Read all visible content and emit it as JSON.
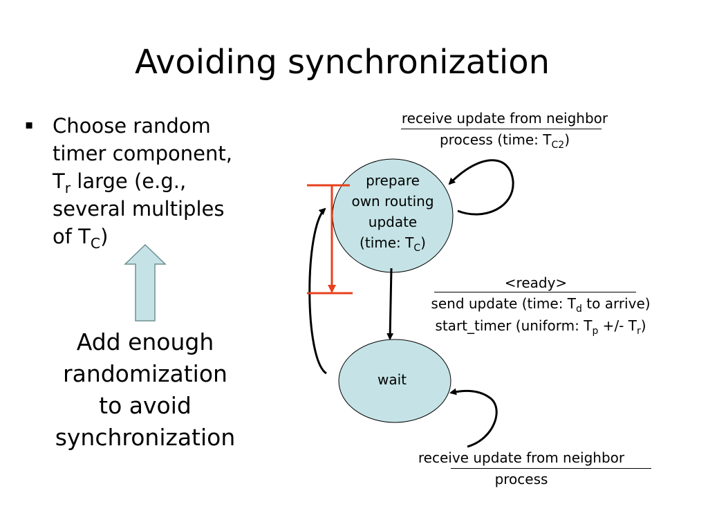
{
  "slide": {
    "title": "Avoiding synchronization",
    "bullet": {
      "line1": "Choose random",
      "line2": "timer component,",
      "line3_pre": "T",
      "line3_sub": "r",
      "line3_post": " large (e.g.,",
      "line4": "several multiples",
      "line5_pre": "of T",
      "line5_sub": "C",
      "line5_post": ")"
    },
    "callout": {
      "line1": "Add enough",
      "line2": "randomization",
      "line3": "to avoid",
      "line4": "synchronization"
    }
  },
  "diagram": {
    "node_colors": {
      "fill": "#c5e3e6",
      "stroke": "#000000"
    },
    "accent_color": "#e8401c",
    "prepare_node": {
      "line1": "prepare",
      "line2": "own routing",
      "line3": "update",
      "line4_pre": "(time: T",
      "line4_sub": "C",
      "line4_post": ")"
    },
    "wait_node": {
      "label": "wait"
    },
    "top_self_loop": {
      "event": "receive update from neighbor",
      "action_pre": "process (time: T",
      "action_sub": "C2",
      "action_post": ")"
    },
    "transition": {
      "event": "<ready>",
      "action1_pre": "send update (time: T",
      "action1_sub": "d",
      "action1_post": " to arrive)",
      "action2_pre": "start_timer (uniform: T",
      "action2_sub": "p",
      "action2_mid": " +/- T",
      "action2_sub2": "r",
      "action2_post": ")"
    },
    "bottom_self_loop": {
      "event": "receive update from neighbor",
      "action": "process"
    }
  }
}
